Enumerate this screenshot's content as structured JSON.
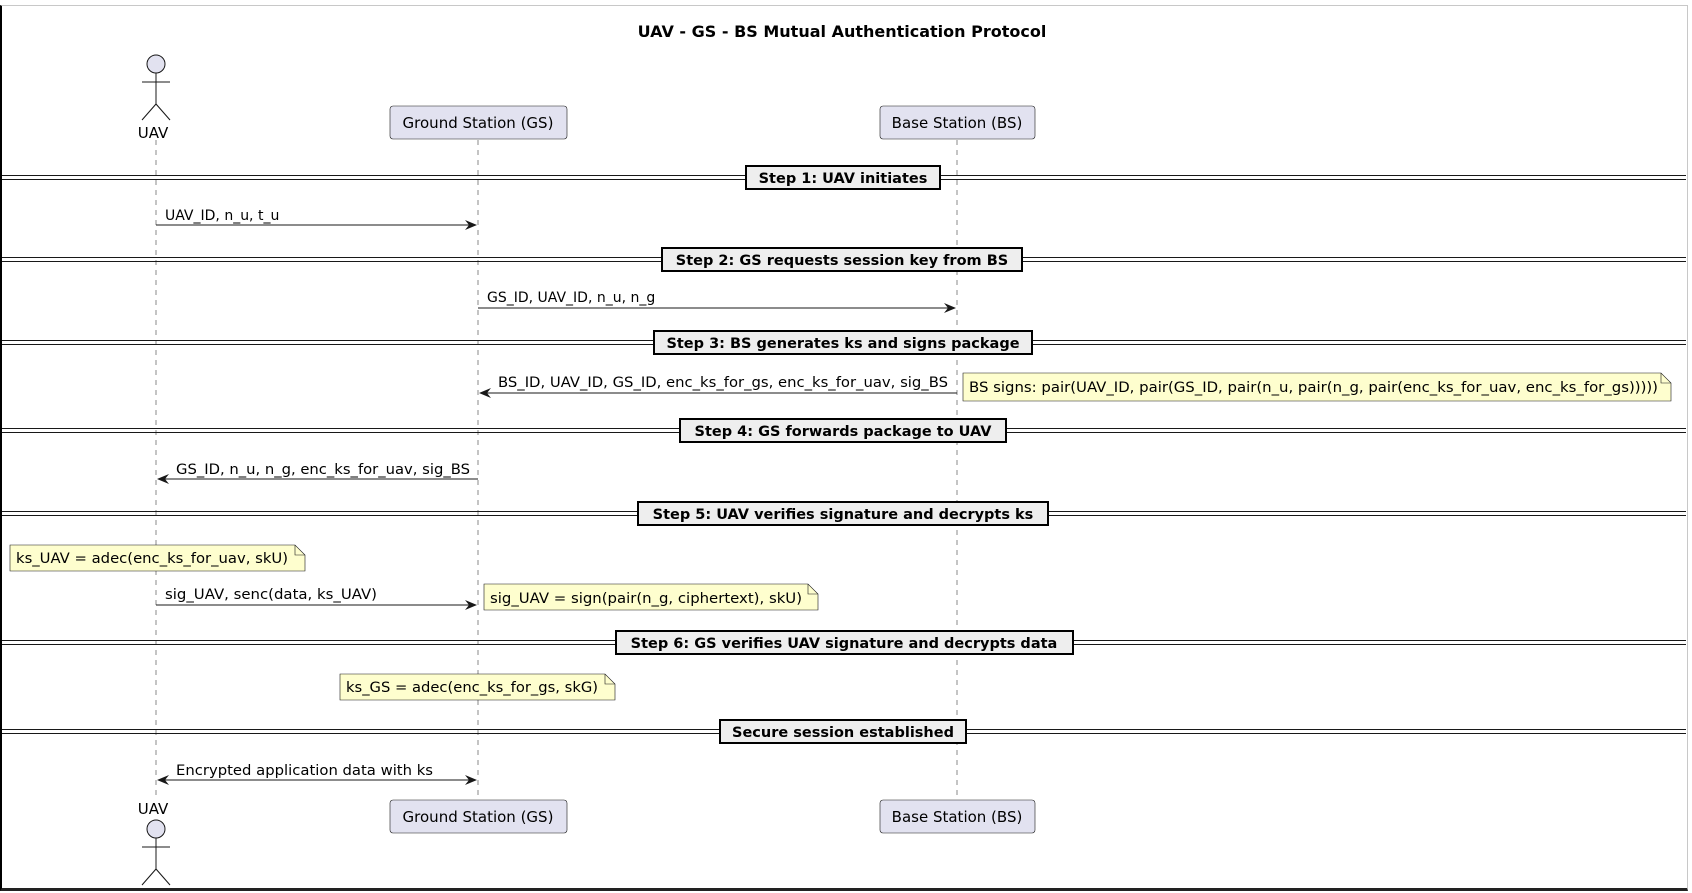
{
  "diagram": {
    "title": "UAV - GS - BS Mutual Authentication Protocol",
    "participants": {
      "uav": "UAV",
      "gs": "Ground Station (GS)",
      "bs": "Base Station (BS)"
    },
    "dividers": [
      "Step 1: UAV initiates",
      "Step 2: GS requests session key from BS",
      "Step 3: BS generates ks and signs package",
      "Step 4: GS forwards package to UAV",
      "Step 5: UAV verifies signature and decrypts ks",
      "Step 6: GS verifies UAV signature and decrypts data",
      "Secure session established"
    ],
    "messages": [
      {
        "label": "UAV_ID, n_u, t_u",
        "from": "UAV",
        "to": "Ground Station (GS)"
      },
      {
        "label": "GS_ID, UAV_ID, n_u, n_g",
        "from": "Ground Station (GS)",
        "to": "Base Station (BS)"
      },
      {
        "label": "BS_ID, UAV_ID, GS_ID, enc_ks_for_gs, enc_ks_for_uav, sig_BS",
        "from": "Base Station (BS)",
        "to": "Ground Station (GS)"
      },
      {
        "label": "GS_ID, n_u, n_g, enc_ks_for_uav, sig_BS",
        "from": "Ground Station (GS)",
        "to": "UAV"
      },
      {
        "label": "sig_UAV, senc(data, ks_UAV)",
        "from": "UAV",
        "to": "Ground Station (GS)"
      },
      {
        "label": "Encrypted application data with ks",
        "from": "UAV",
        "to": "Ground Station (GS)"
      }
    ],
    "notes": [
      "BS signs: pair(UAV_ID, pair(GS_ID, pair(n_u, pair(n_g, pair(enc_ks_for_uav, enc_ks_for_gs)))))",
      "ks_UAV = adec(enc_ks_for_uav, skU)",
      "sig_UAV = sign(pair(n_g, ciphertext), skU)",
      "ks_GS = adec(enc_ks_for_gs, skG)"
    ],
    "colors": {
      "participant_fill": "#e2e2f0",
      "participant_border": "#181818",
      "note_fill": "#fefece",
      "lifeline": "#888888"
    }
  }
}
